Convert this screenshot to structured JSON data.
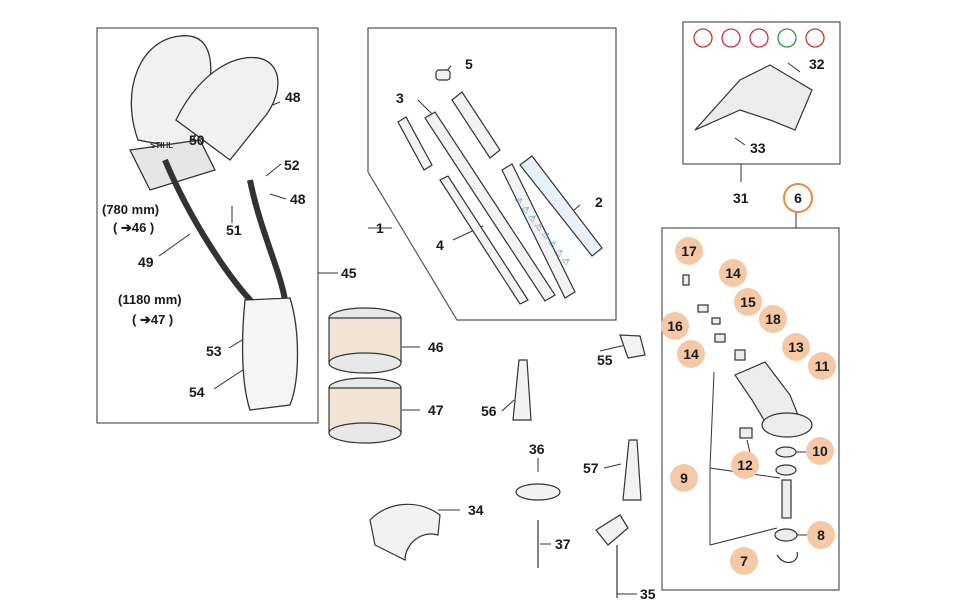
{
  "parts": {
    "p1": "1",
    "p2": "2",
    "p3": "3",
    "p4": "4",
    "p5": "5",
    "p6": "6",
    "p7": "7",
    "p8": "8",
    "p9": "9",
    "p10": "10",
    "p11": "11",
    "p12": "12",
    "p13": "13",
    "p14a": "14",
    "p14b": "14",
    "p15": "15",
    "p16": "16",
    "p17": "17",
    "p18": "18",
    "p31": "31",
    "p32": "32",
    "p33": "33",
    "p34": "34",
    "p35": "35",
    "p36": "36",
    "p37": "37",
    "p45": "45",
    "p46": "46",
    "p47": "47",
    "p48a": "48",
    "p48b": "48",
    "p49": "49",
    "p50": "50",
    "p51": "51",
    "p52": "52",
    "p53": "53",
    "p54": "54",
    "p55": "55",
    "p56": "56",
    "p57": "57"
  },
  "notes": {
    "strap_short_len": "(780 mm)",
    "strap_short_ref": "( ➔46 )",
    "strap_long_len": "(1180 mm)",
    "strap_long_ref": "( ➔47 )"
  },
  "brand": {
    "harness_logo": "STIHL"
  },
  "decal": {
    "text": "⚠ ⚠ ⚠ ⚠ ⚠ ⚠ ⚠ ⚠"
  },
  "colors": {
    "callout_fill": "#f6c9a6",
    "callout_ring": "#e88a3c",
    "line": "#333333"
  }
}
